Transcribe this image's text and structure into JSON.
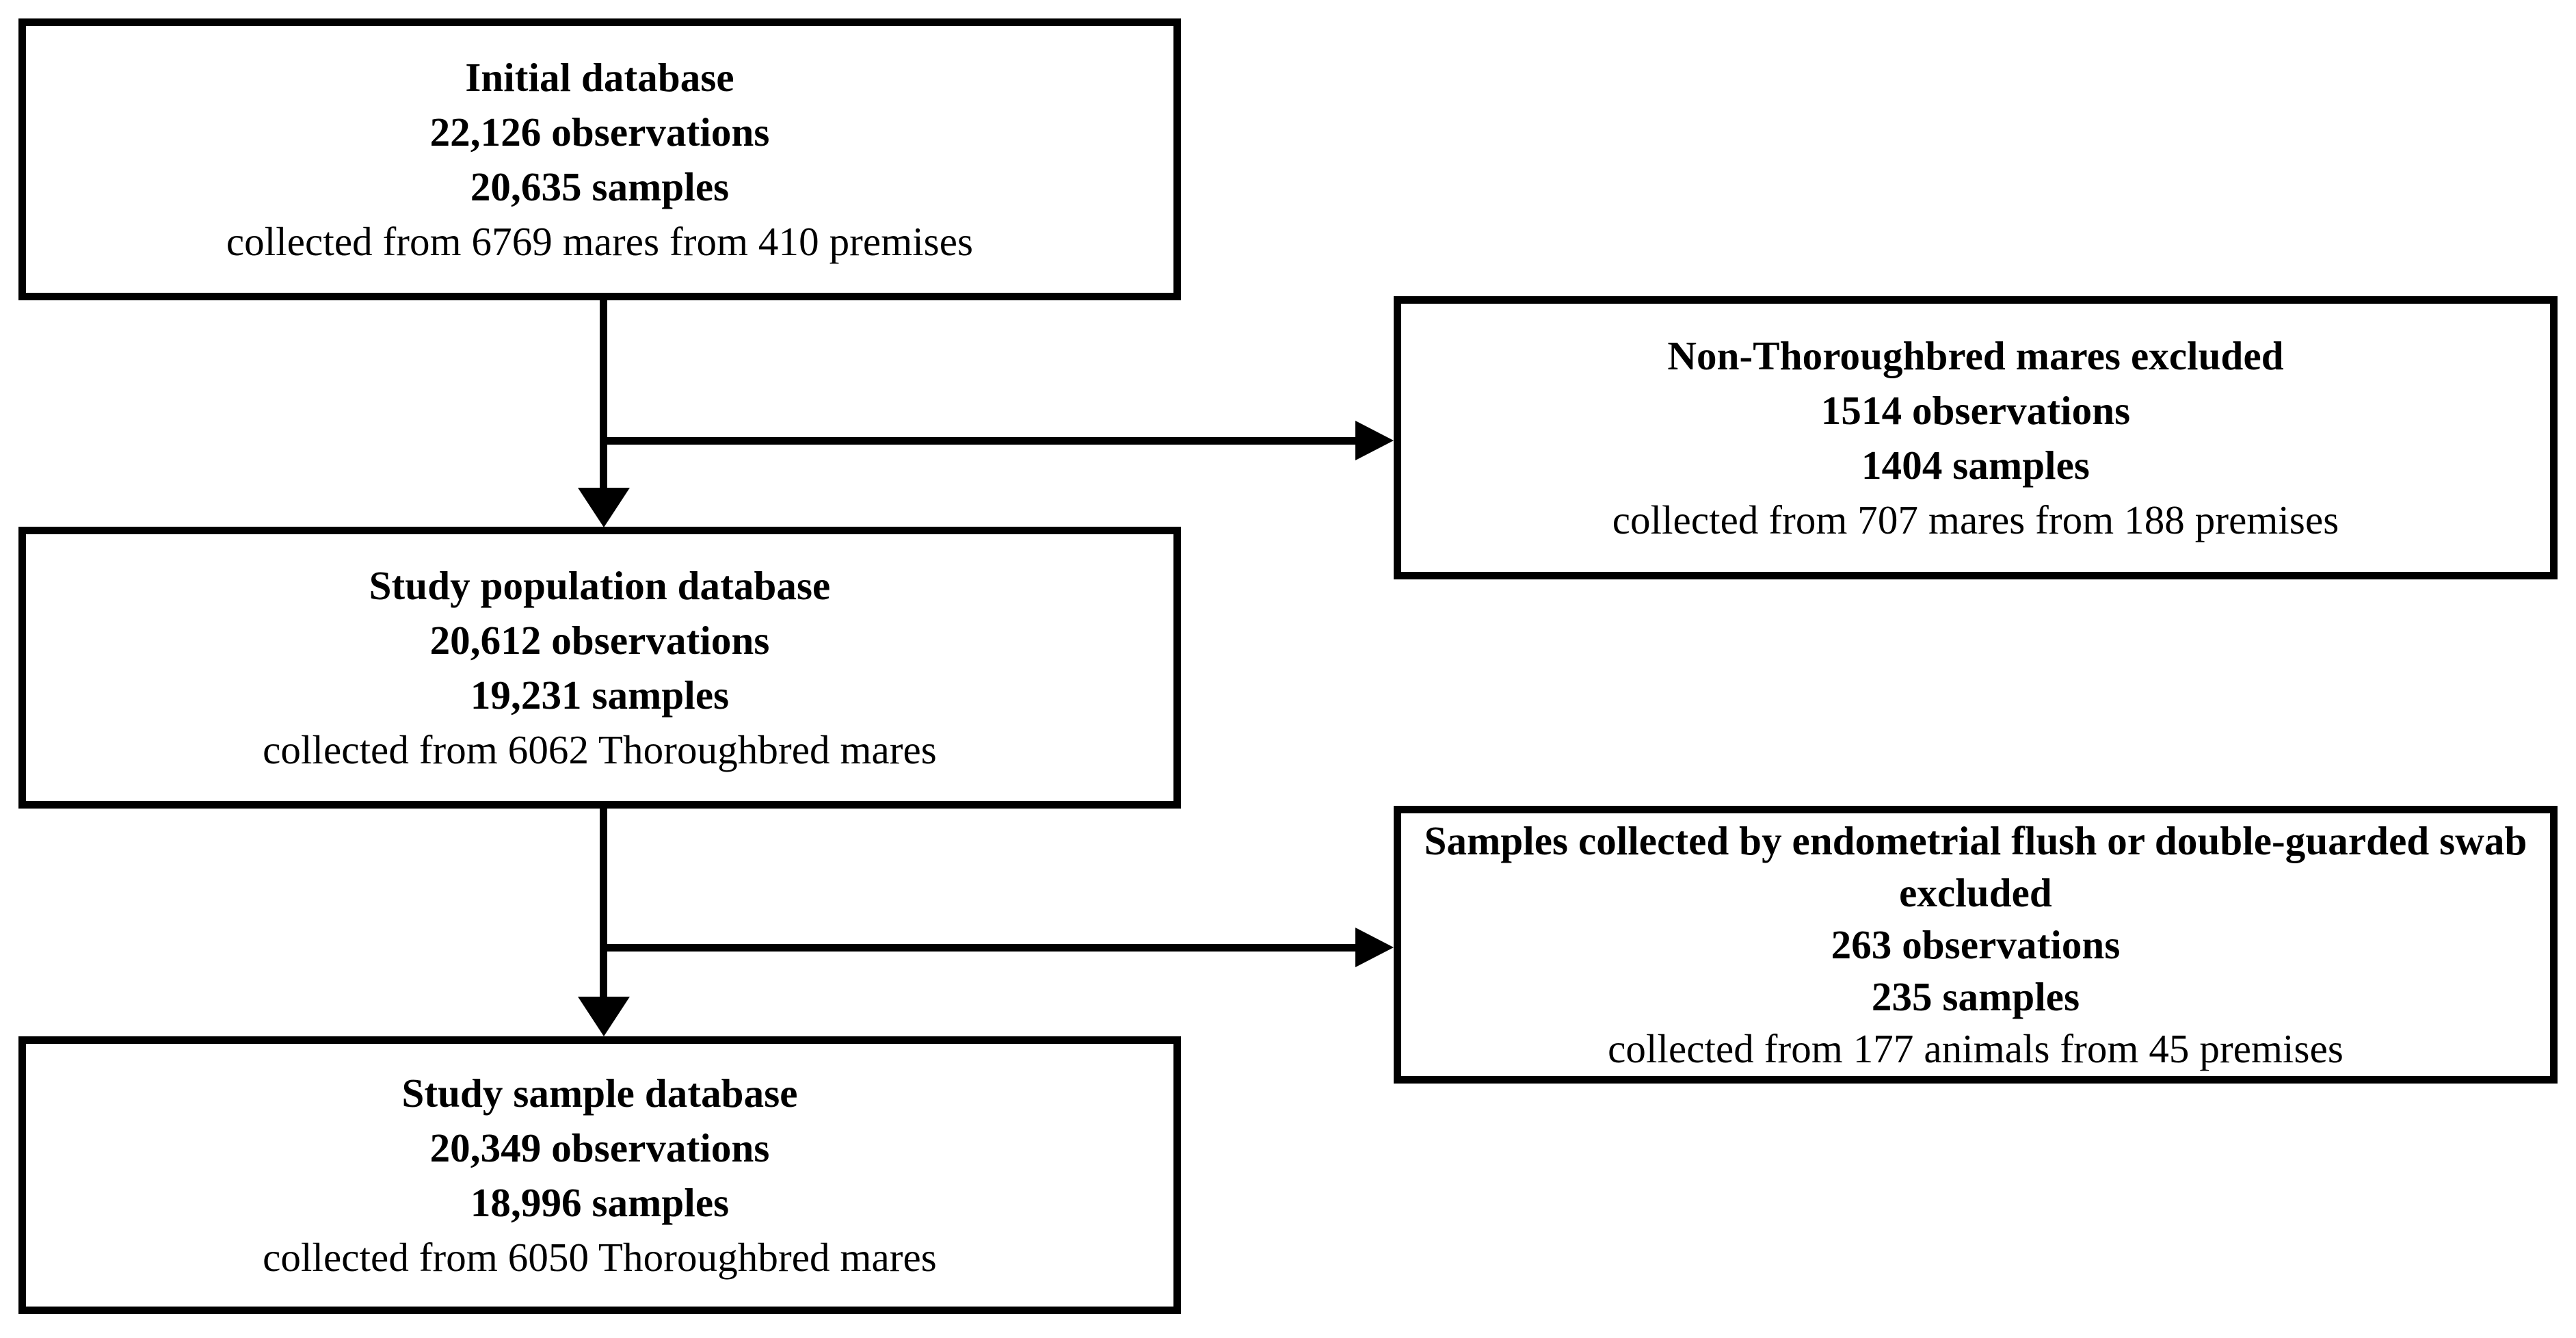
{
  "diagram": {
    "type": "flowchart",
    "title": "Study sample selection flow diagram",
    "orientation": "top-to-bottom with right-hand exclusion branches",
    "colors": {
      "stroke": "#000000",
      "fill": "#ffffff",
      "text": "#000000"
    },
    "nodes": [
      {
        "id": "initial-database",
        "role": "included",
        "lines": [
          {
            "text": "Initial database",
            "weight": "bold"
          },
          {
            "text": "22,126 observations",
            "weight": "bold"
          },
          {
            "text": "20,635 samples",
            "weight": "bold"
          },
          {
            "text": "collected from 6769 mares from 410 premises",
            "weight": "normal"
          }
        ]
      },
      {
        "id": "excluded-non-thoroughbred",
        "role": "excluded",
        "lines": [
          {
            "text": "Non-Thoroughbred mares excluded",
            "weight": "bold"
          },
          {
            "text": "1514 observations",
            "weight": "bold"
          },
          {
            "text": "1404 samples",
            "weight": "bold"
          },
          {
            "text": "collected from 707 mares from 188 premises",
            "weight": "normal"
          }
        ]
      },
      {
        "id": "study-population-database",
        "role": "included",
        "lines": [
          {
            "text": "Study population database",
            "weight": "bold"
          },
          {
            "text": "20,612 observations",
            "weight": "bold"
          },
          {
            "text": "19,231 samples",
            "weight": "bold"
          },
          {
            "text": "collected from 6062 Thoroughbred mares",
            "weight": "normal"
          }
        ]
      },
      {
        "id": "excluded-flush-swab",
        "role": "excluded",
        "lines": [
          {
            "text": "Samples collected by endometrial flush or double-guarded swab excluded",
            "weight": "bold"
          },
          {
            "text": "263 observations",
            "weight": "bold"
          },
          {
            "text": "235 samples",
            "weight": "bold"
          },
          {
            "text": "collected from 177 animals from 45 premises",
            "weight": "normal"
          }
        ]
      },
      {
        "id": "study-sample-database",
        "role": "included",
        "lines": [
          {
            "text": "Study sample database",
            "weight": "bold"
          },
          {
            "text": "20,349 observations",
            "weight": "bold"
          },
          {
            "text": "18,996 samples",
            "weight": "bold"
          },
          {
            "text": "collected from 6050 Thoroughbred mares",
            "weight": "normal"
          }
        ]
      }
    ],
    "edges": [
      {
        "from": "initial-database",
        "to": "study-population-database",
        "style": "straight-arrow-down"
      },
      {
        "from": "initial-database",
        "to": "excluded-non-thoroughbred",
        "style": "branch-arrow-right"
      },
      {
        "from": "study-population-database",
        "to": "study-sample-database",
        "style": "straight-arrow-down"
      },
      {
        "from": "study-population-database",
        "to": "excluded-flush-swab",
        "style": "branch-arrow-right"
      }
    ]
  }
}
